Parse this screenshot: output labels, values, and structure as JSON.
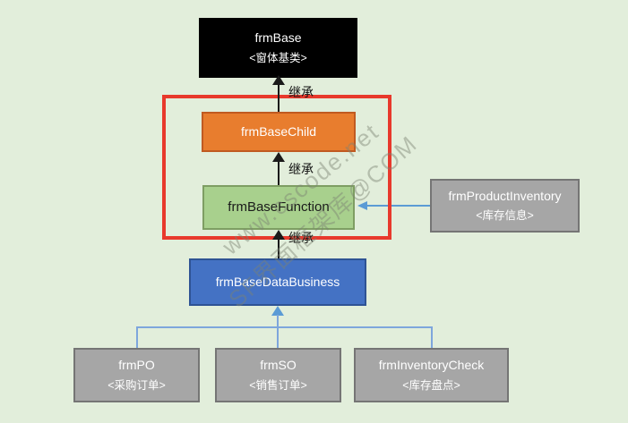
{
  "diagram": {
    "inherit_label": "继承",
    "watermark": {
      "line1": "www.cscode.net",
      "line2": "SF界面框架库@COM"
    },
    "nodes": {
      "base": {
        "title": "frmBase",
        "subtitle": "<窗体基类>"
      },
      "child": {
        "title": "frmBaseChild"
      },
      "function": {
        "title": "frmBaseFunction"
      },
      "business": {
        "title": "frmBaseDataBusiness"
      },
      "product_inventory": {
        "title": "frmProductInventory",
        "subtitle": "<库存信息>"
      },
      "po": {
        "title": "frmPO",
        "subtitle": "<采购订单>"
      },
      "so": {
        "title": "frmSO",
        "subtitle": "<销售订单>"
      },
      "inventory_check": {
        "title": "frmInventoryCheck",
        "subtitle": "<库存盘点>"
      }
    },
    "colors": {
      "background": "#E2EEDB",
      "base_fill": "#000000",
      "child_fill": "#E87D2E",
      "child_border": "#C05A21",
      "function_fill": "#A8D08D",
      "function_border": "#7E9E63",
      "business_fill": "#4472C4",
      "business_border": "#2E5394",
      "gray_fill": "#A6A6A6",
      "gray_border": "#757575",
      "highlight_frame": "#E8392C",
      "inherit_arrow": "#1A1A1A",
      "association_arrow": "#5B9BD5",
      "tree_line": "#7EA6DC"
    }
  }
}
